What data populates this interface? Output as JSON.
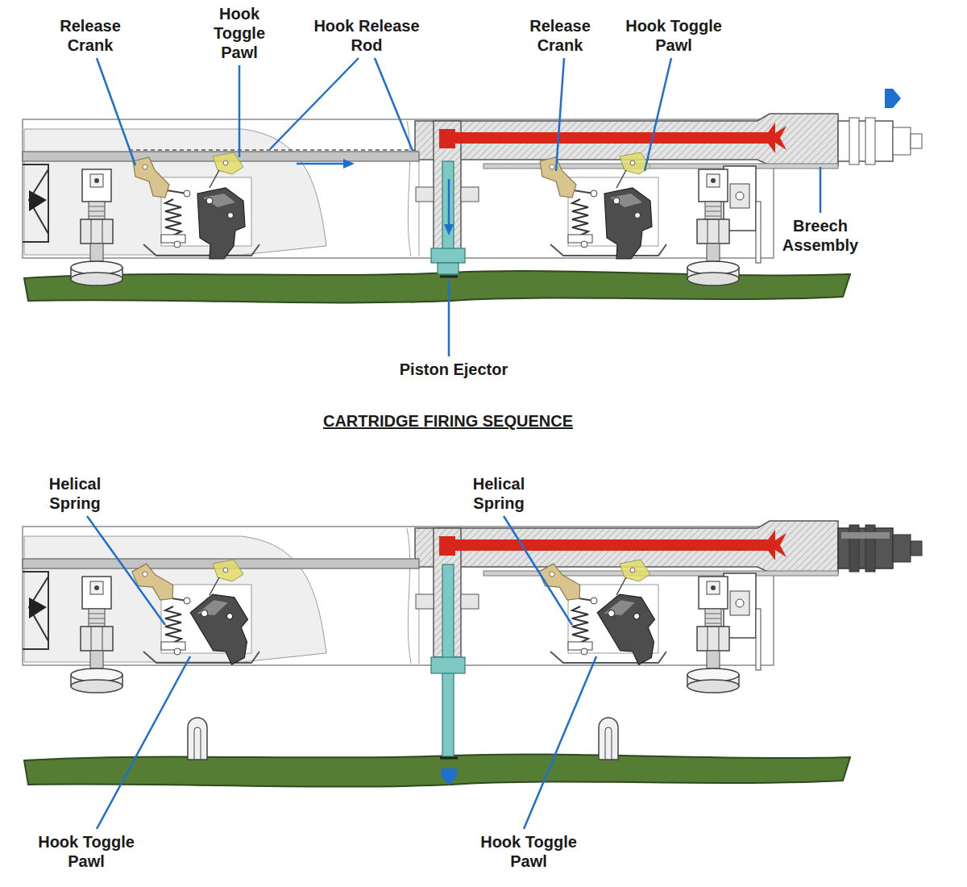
{
  "diagram": {
    "title": "CARTRIDGE FIRING SEQUENCE",
    "labels": [
      "Release Crank",
      "Hook Toggle Pawl",
      "Hook Release Rod",
      "Release Crank",
      "Hook Toggle Pawl",
      "Breech Assembly",
      "Piston Ejector",
      "Helical Spring",
      "Helical Spring",
      "Hook Toggle Pawl",
      "Hook Toggle Pawl"
    ]
  }
}
